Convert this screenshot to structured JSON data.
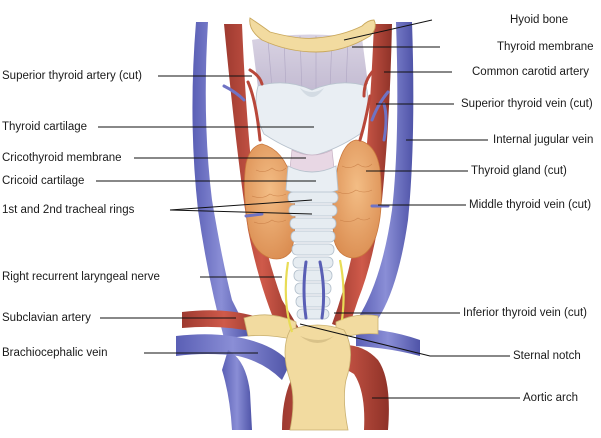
{
  "figure": {
    "labels": {
      "hyoid_bone": "Hyoid bone",
      "thyroid_membrane": "Thyroid membrane",
      "common_carotid_artery": "Common carotid artery",
      "superior_thyroid_vein": "Superior thyroid vein (cut)",
      "internal_jugular_vein": "Internal jugular vein",
      "thyroid_gland": "Thyroid gland (cut)",
      "middle_thyroid_vein": "Middle thyroid vein (cut)",
      "inferior_thyroid_vein": "Inferior thyroid vein (cut)",
      "sternal_notch": "Sternal notch",
      "aortic_arch": "Aortic arch",
      "superior_thyroid_artery": "Superior thyroid artery (cut)",
      "thyroid_cartilage": "Thyroid cartilage",
      "cricothyroid_membrane": "Cricothyroid membrane",
      "cricoid_cartilage": "Cricoid cartilage",
      "tracheal_rings": "1st and 2nd tracheal rings",
      "recurrent_laryngeal_nerve": "Right recurrent laryngeal nerve",
      "subclavian_artery": "Subclavian artery",
      "brachiocephalic_vein": "Brachiocephalic vein"
    },
    "colors": {
      "vein": "#6f73c4",
      "artery": "#b8473a",
      "thyroid_gland": "#e7a46a",
      "cartilage": "#e9eef3",
      "bone": "#f2dba0",
      "nerve": "#e8dc55",
      "membrane": "#cfc8dc"
    }
  }
}
